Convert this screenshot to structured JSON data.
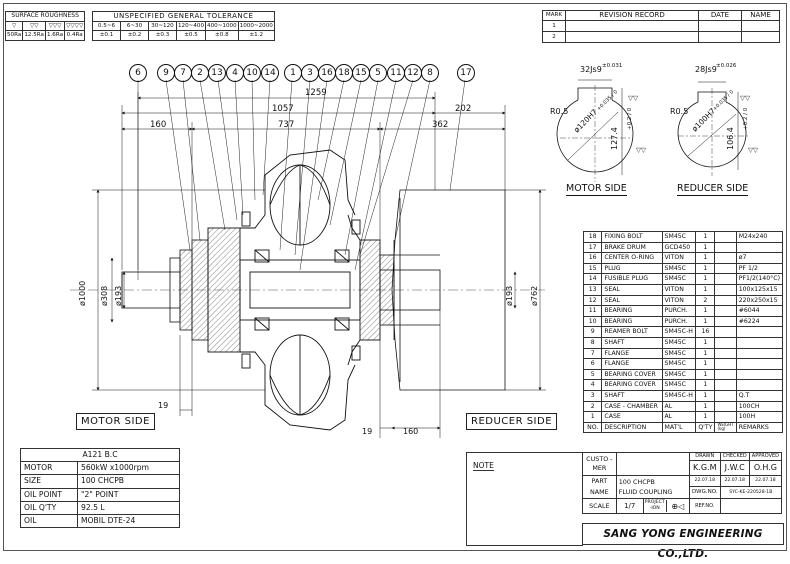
{
  "surface_roughness": {
    "title": "SURFACE ROUGHNESS",
    "symbols": [
      "▽",
      "▽▽",
      "▽▽▽",
      "▽▽▽▽"
    ],
    "values": [
      "50Ra",
      "12.5Ra",
      "1.6Ra",
      "0.4Ra"
    ]
  },
  "tolerance": {
    "title": "UNSPECIFIED GENERAL TOLERANCE",
    "ranges": [
      "0.5~6",
      "6~30",
      "30~120",
      "120~400",
      "400~1000",
      "1000~2000"
    ],
    "values": [
      "±0.1",
      "±0.2",
      "±0.3",
      "±0.5",
      "±0.8",
      "±1.2"
    ]
  },
  "revision": {
    "headers": [
      "MARK",
      "REVISION RECORD",
      "DATE",
      "NAME"
    ],
    "marks": [
      "1",
      "2"
    ]
  },
  "balloons": [
    "6",
    "9",
    "7",
    "2",
    "13",
    "4",
    "10",
    "14",
    "1",
    "3",
    "16",
    "18",
    "15",
    "5",
    "11",
    "12",
    "8",
    "17"
  ],
  "dimensions": {
    "d1259": "1259",
    "d1057": "1057",
    "d202": "202",
    "d160": "160",
    "d737": "737",
    "d362": "362",
    "phi1000": "ø1000",
    "phi308": "ø308",
    "phi193_left": "ø193",
    "phi193_right": "ø193",
    "phi762": "ø762",
    "d19_left": "19",
    "d19_right": "19",
    "d160_bottom": "160"
  },
  "side_labels": {
    "motor": "MOTOR SIDE",
    "reducer": "REDUCER SIDE"
  },
  "keyway_motor": {
    "width": "32Js9",
    "tol_width": "±0.031",
    "radius": "R0.5",
    "bore": "ø120H7",
    "bore_tol": "+0.035 / 0",
    "depth": "127.4",
    "depth_tol": "+0.2 / 0",
    "label": "MOTOR SIDE"
  },
  "keyway_reducer": {
    "width": "28Js9",
    "tol_width": "±0.026",
    "radius": "R0.5",
    "bore": "ø100H7",
    "bore_tol": "+0.035 / 0",
    "depth": "106.4",
    "depth_tol": "+0.2 / 0",
    "label": "REDUCER SIDE"
  },
  "bom": {
    "headers": [
      "NO.",
      "DESCRIPTION",
      "MAT'L",
      "Q'TY",
      "WEIGHT (kg)",
      "REMARKS"
    ],
    "rows": [
      [
        "18",
        "FIXING BOLT",
        "SM45C",
        "1",
        "M24x240"
      ],
      [
        "17",
        "BRAKE DRUM",
        "GCD450",
        "1",
        ""
      ],
      [
        "16",
        "CENTER O-RING",
        "VITON",
        "1",
        "ø7"
      ],
      [
        "15",
        "PLUG",
        "SM45C",
        "1",
        "PF 1/2"
      ],
      [
        "14",
        "FUSIBLE PLUG",
        "SM45C",
        "1",
        "PF1/2(140°C)"
      ],
      [
        "13",
        "SEAL",
        "VITON",
        "1",
        "100x125x15"
      ],
      [
        "12",
        "SEAL",
        "VITON",
        "2",
        "220x250x15"
      ],
      [
        "11",
        "BEARING",
        "PURCH.",
        "1",
        "#6044"
      ],
      [
        "10",
        "BEARING",
        "PURCH.",
        "1",
        "#6224"
      ],
      [
        "9",
        "REAMER BOLT",
        "SM45C-H",
        "16",
        ""
      ],
      [
        "8",
        "SHAFT",
        "SM45C",
        "1",
        ""
      ],
      [
        "7",
        "FLANGE",
        "SM45C",
        "1",
        ""
      ],
      [
        "6",
        "FLANGE",
        "SM45C",
        "1",
        ""
      ],
      [
        "5",
        "BEARING COVER",
        "SM45C",
        "1",
        ""
      ],
      [
        "4",
        "BEARING COVER",
        "SM45C",
        "1",
        ""
      ],
      [
        "3",
        "SHAFT",
        "SM45C-H",
        "1",
        "Q.T"
      ],
      [
        "2",
        "CASE - CHAMBER",
        "AL",
        "1",
        "100CH"
      ],
      [
        "1",
        "CASE",
        "AL",
        "1",
        "100H"
      ]
    ]
  },
  "spec_table": {
    "title": "A121 B.C",
    "rows": [
      [
        "MOTOR",
        "560kW x1000rpm"
      ],
      [
        "SIZE",
        "100 CHCPB"
      ],
      [
        "OIL POINT",
        "\"2\" POINT"
      ],
      [
        "OIL Q'TY",
        "92.5 L"
      ],
      [
        "OIL",
        "MOBIL DTE-24"
      ]
    ]
  },
  "note_label": "NOTE",
  "title_block": {
    "customer_label": "CUSTO -MER",
    "drawn_label": "DRAWN",
    "checked_label": "CHECKED",
    "approved_label": "APPROVED",
    "drawn": "K.G.M",
    "checked": "J.W.C",
    "approved": "O.H.G",
    "date1": "22.07.18",
    "date2": "22.07.18",
    "date3": "22.07.18",
    "part_label": "PART NAME",
    "part_name_1": "100 CHCPB",
    "part_name_2": "FLUID COUPLING",
    "dwg_label": "DWG.NO.",
    "dwg_no": "SYC-KE-220528-1B",
    "scale_label": "SCALE",
    "scale": "1/7",
    "projection_label": "PROJECT -ION",
    "ref_label": "REF.NO.",
    "company": "SANG YONG ENGINEERING CO.,LTD."
  }
}
